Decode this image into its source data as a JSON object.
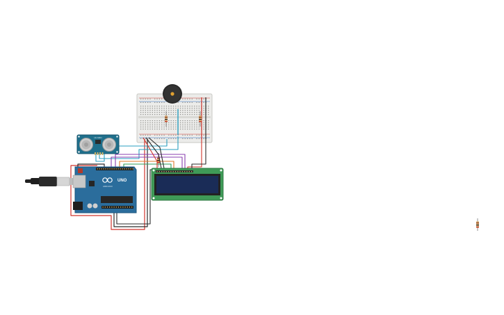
{
  "canvas": {
    "background": "#ffffff"
  },
  "components": {
    "ultrasonic_sensor": {
      "label": "HC-SR04",
      "icon": "ultrasonic-sensor-icon",
      "board_color": "#1f6f8b"
    },
    "arduino": {
      "logo_text": "UNO",
      "brand_text": "ARDUINO",
      "board_color": "#2b6d9c",
      "icon": "arduino-uno-icon"
    },
    "lcd": {
      "icon": "lcd-16x2-icon",
      "board_color": "#3f9a57",
      "screen_color": "#1a2c57"
    },
    "breadboard": {
      "icon": "breadboard-icon",
      "color": "#e9e9e6"
    },
    "buzzer": {
      "icon": "piezo-buzzer-icon",
      "color": "#2a2a2a"
    },
    "usb_cable": {
      "icon": "usb-cable-icon"
    },
    "stray_resistor": {
      "icon": "resistor-icon"
    }
  },
  "wire_colors": {
    "red": "#d0342c",
    "black": "#2b2b2b",
    "teal": "#2a9fc0",
    "purple": "#8a3fb0",
    "green": "#2f9e5a",
    "orange": "#e07a2a"
  }
}
